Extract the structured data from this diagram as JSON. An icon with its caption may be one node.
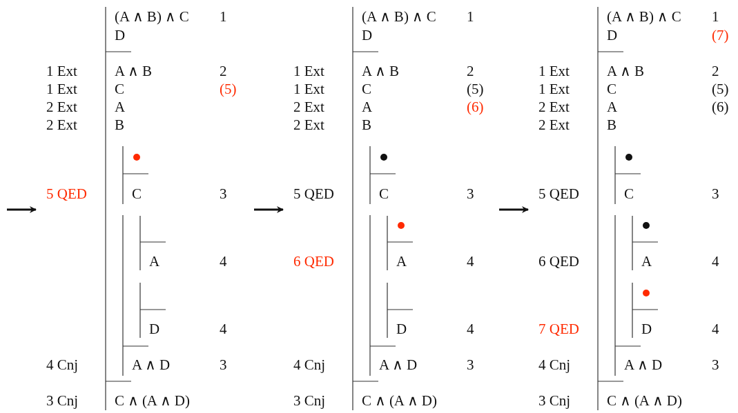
{
  "diagram": {
    "labels": [
      "(A ∧ B) ∧ C",
      "1",
      "D",
      "1 Ext",
      "A ∧ B",
      "2",
      "1 Ext",
      "C",
      "(5)",
      "2 Ext",
      "A",
      "2 Ext",
      "B",
      "5 QED",
      "C",
      "3",
      "A",
      "4",
      "D",
      "4",
      "4 Cnj",
      "A ∧ D",
      "3",
      "3 Cnj",
      "C ∧ (A ∧ D)",
      "(A ∧ B) ∧ C",
      "1",
      "D",
      "1 Ext",
      "A ∧ B",
      "2",
      "1 Ext",
      "C",
      "(5)",
      "2 Ext",
      "A",
      "(6)",
      "2 Ext",
      "B",
      "5 QED",
      "C",
      "3",
      "6 QED",
      "A",
      "4",
      "D",
      "4",
      "4 Cnj",
      "A ∧ D",
      "3",
      "3 Cnj",
      "C ∧ (A ∧ D)",
      "(A ∧ B) ∧ C",
      "1",
      "D",
      "(7)",
      "1 Ext",
      "A ∧ B",
      "2",
      "1 Ext",
      "C",
      "(5)",
      "2 Ext",
      "A",
      "(6)",
      "2 Ext",
      "B",
      "5 QED",
      "C",
      "3",
      "6 QED",
      "A",
      "4",
      "7 QED",
      "D",
      "4",
      "4 Cnj",
      "A ∧ D",
      "3",
      "3 Cnj",
      "C ∧ (A ∧ D)"
    ]
  }
}
